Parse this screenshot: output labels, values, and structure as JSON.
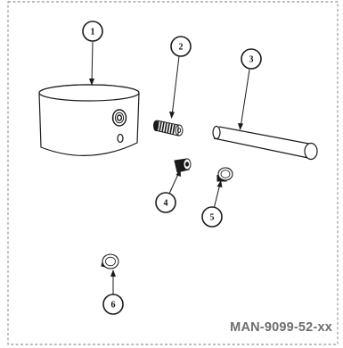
{
  "diagram": {
    "part_number": "MAN-9099-52-xx",
    "callouts": [
      "1",
      "2",
      "3",
      "4",
      "5",
      "6"
    ]
  },
  "colors": {
    "line": "#1a1a1a",
    "frame": "#7a7a7a",
    "part_number_text": "#6e6e6e"
  }
}
